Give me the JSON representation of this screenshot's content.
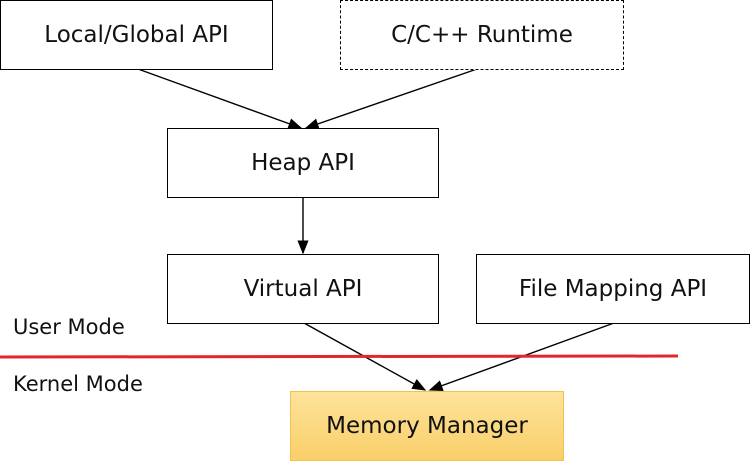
{
  "nodes": {
    "local_global": "Local/Global API",
    "crt": "C/C++ Runtime",
    "heap": "Heap API",
    "virtual": "Virtual API",
    "file_mapping": "File Mapping API",
    "memory_manager": "Memory Manager"
  },
  "regions": {
    "user_mode": "User Mode",
    "kernel_mode": "Kernel Mode"
  },
  "colors": {
    "boundary_line": "#e3262b",
    "memory_manager_fill": "#fbd77c"
  },
  "edges": [
    [
      "local_global",
      "heap"
    ],
    [
      "crt",
      "heap"
    ],
    [
      "heap",
      "virtual"
    ],
    [
      "virtual",
      "memory_manager"
    ],
    [
      "file_mapping",
      "memory_manager"
    ]
  ]
}
